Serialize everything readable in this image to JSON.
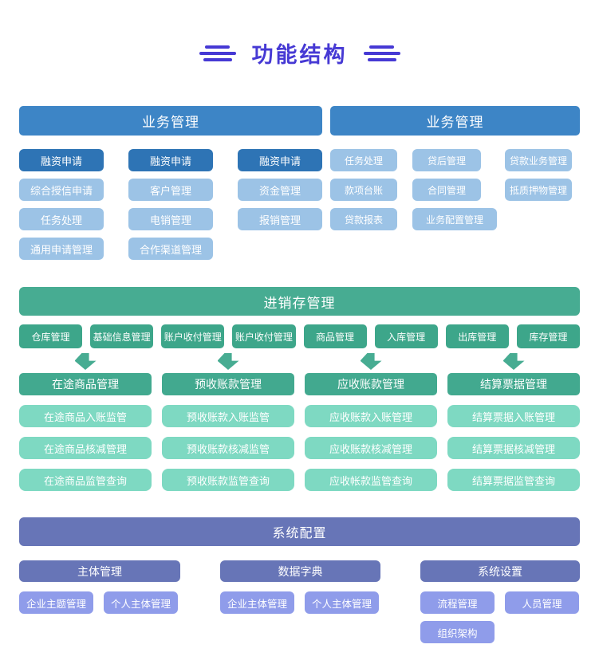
{
  "title": {
    "text": "功能结构"
  },
  "colors": {
    "title_indigo": "#4639d4",
    "blue_header": "#3d85c6",
    "blue_dark": "#2e74b5",
    "blue_light": "#9cc3e6",
    "teal_header": "#47ac92",
    "teal_module": "#3da68a",
    "teal_group_header": "#42a98f",
    "teal_light": "#7ed9c2",
    "purple_header": "#6775b7",
    "purple_light": "#8f9cea"
  },
  "business_left": {
    "header": "业务管理",
    "columns": [
      [
        "融资申请",
        "综合授信申请",
        "任务处理",
        "通用申请管理"
      ],
      [
        "融资申请",
        "客户管理",
        "电销管理",
        "合作渠道管理"
      ],
      [
        "融资申请",
        "资金管理",
        "报销管理"
      ]
    ]
  },
  "business_right": {
    "header": "业务管理",
    "columns": [
      [
        "任务处理",
        "款项台账",
        "贷款报表"
      ],
      [
        "贷后管理",
        "合同管理",
        "业务配置管理"
      ],
      [
        "贷款业务管理",
        "抵质押物管理"
      ]
    ]
  },
  "inventory": {
    "header": "进销存管理",
    "modules": [
      "仓库管理",
      "基础信息管理",
      "账户收付管理",
      "账户收付管理",
      "商品管理",
      "入库管理",
      "出库管理",
      "库存管理"
    ],
    "groups": [
      {
        "header": "在途商品管理",
        "items": [
          "在途商品入账监管",
          "在途商品核减管理",
          "在途商品监管查询"
        ]
      },
      {
        "header": "预收账款管理",
        "items": [
          "预收账款入账监管",
          "预收账款核减监管",
          "预收账款监管查询"
        ]
      },
      {
        "header": "应收账款管理",
        "items": [
          "应收账款入账管理",
          "应收账款核减管理",
          "应收帐款监管查询"
        ]
      },
      {
        "header": "结算票据管理",
        "items": [
          "结算票据入账管理",
          "结算票据核减管理",
          "结算票据监管查询"
        ]
      }
    ]
  },
  "system": {
    "header": "系统配置",
    "groups": [
      {
        "header": "主体管理",
        "items": [
          "企业主题管理",
          "个人主体管理"
        ]
      },
      {
        "header": "数据字典",
        "items": [
          "企业主体管理",
          "个人主体管理"
        ]
      },
      {
        "header": "系统设置",
        "items": [
          "流程管理",
          "人员管理",
          "组织架构"
        ]
      }
    ]
  }
}
